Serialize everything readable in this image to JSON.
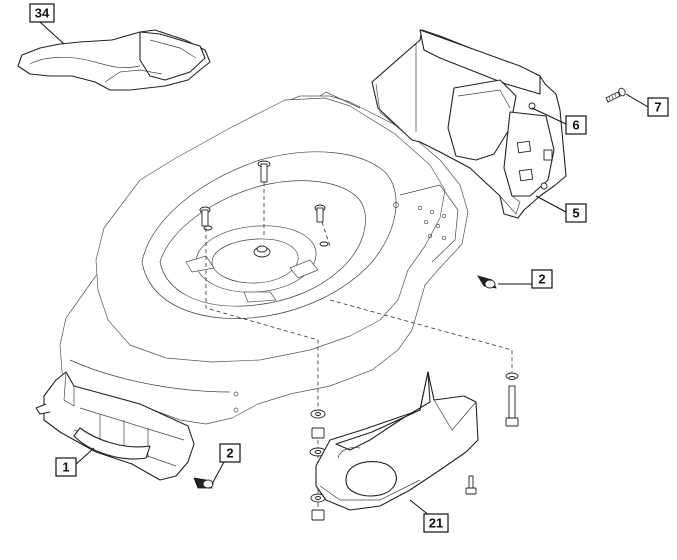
{
  "callouts": [
    {
      "id": "c34",
      "label": "34"
    },
    {
      "id": "c7",
      "label": "7"
    },
    {
      "id": "c6",
      "label": "6"
    },
    {
      "id": "c5",
      "label": "5"
    },
    {
      "id": "c2a",
      "label": "2"
    },
    {
      "id": "c2b",
      "label": "2"
    },
    {
      "id": "c1",
      "label": "1"
    },
    {
      "id": "c21",
      "label": "21"
    }
  ],
  "colors": {
    "line": "#222222",
    "background": "#ffffff"
  }
}
